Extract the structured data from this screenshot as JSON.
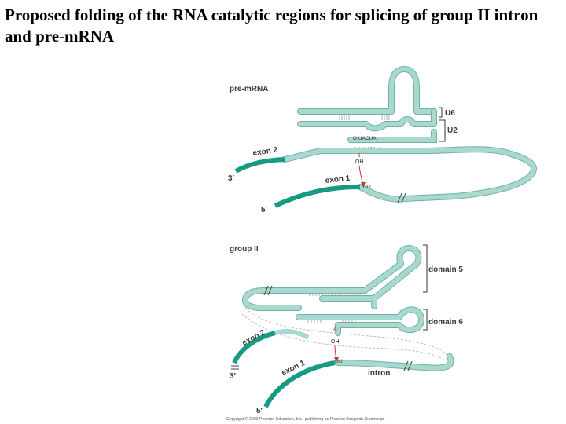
{
  "title": "Proposed folding of the RNA catalytic regions for splicing of group II intron and pre-mRNA",
  "colors": {
    "strand_light": "#a9d8cf",
    "strand_edge": "#6fb3a6",
    "exon": "#179a84",
    "arrow": "#c0392b",
    "dashed": "#bdbdbd",
    "bracket": "#333333"
  },
  "premrna": {
    "heading": "pre-mRNA",
    "u6": "U6",
    "u2": "U2",
    "seq_top": "G  UACUA",
    "seq_bottom": "C A AUCAU",
    "oh": "OH",
    "exon2": "exon 2",
    "exon1": "exon 1",
    "gu": "GU",
    "end3": "3′",
    "end5": "5′"
  },
  "group2": {
    "heading": "group II",
    "domain5": "domain 5",
    "domain6": "domain 6",
    "a": "A",
    "oh": "OH",
    "exon2": "exon 2",
    "exon1": "exon 1",
    "gu": "GU",
    "intron": "intron",
    "end3": "3′",
    "end5": "5′"
  },
  "credit": "Copyright © 2000 Pearson Education, Inc., publishing as Pearson Benjamin Cummings."
}
